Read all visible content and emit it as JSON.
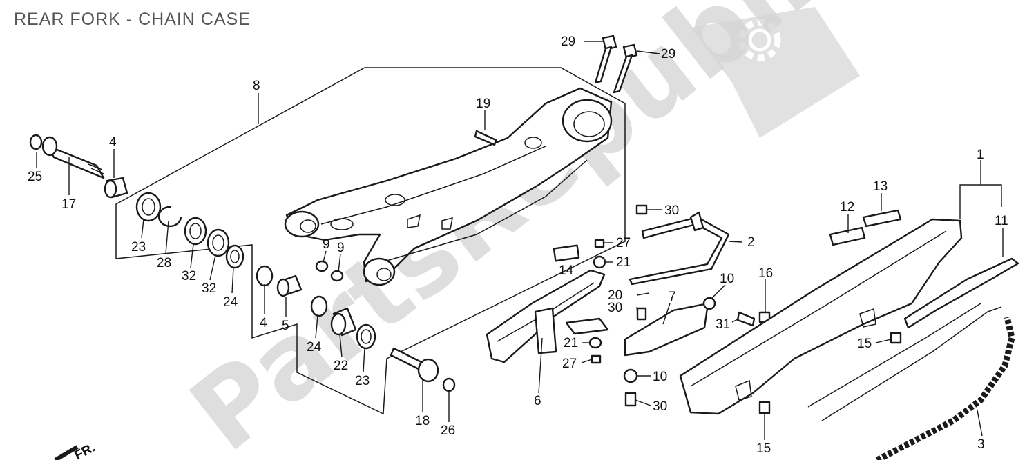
{
  "title": "REAR FORK - CHAIN CASE",
  "watermark": {
    "text": "PartsRepublik",
    "color": "#d4d4d4"
  },
  "direction_mark": "FR.",
  "callouts": [
    {
      "id": "c8",
      "label": "8"
    },
    {
      "id": "c4a",
      "label": "4"
    },
    {
      "id": "c25",
      "label": "25"
    },
    {
      "id": "c17",
      "label": "17"
    },
    {
      "id": "c23a",
      "label": "23"
    },
    {
      "id": "c28",
      "label": "28"
    },
    {
      "id": "c32a",
      "label": "32"
    },
    {
      "id": "c32b",
      "label": "32"
    },
    {
      "id": "c24a",
      "label": "24"
    },
    {
      "id": "c4b",
      "label": "4"
    },
    {
      "id": "c5",
      "label": "5"
    },
    {
      "id": "c24b",
      "label": "24"
    },
    {
      "id": "c22",
      "label": "22"
    },
    {
      "id": "c23b",
      "label": "23"
    },
    {
      "id": "c9a",
      "label": "9"
    },
    {
      "id": "c9b",
      "label": "9"
    },
    {
      "id": "c19",
      "label": "19"
    },
    {
      "id": "c29a",
      "label": "29"
    },
    {
      "id": "c29b",
      "label": "29"
    },
    {
      "id": "c18",
      "label": "18"
    },
    {
      "id": "c26",
      "label": "26"
    },
    {
      "id": "c30a",
      "label": "30"
    },
    {
      "id": "c27a",
      "label": "27"
    },
    {
      "id": "c21a",
      "label": "21"
    },
    {
      "id": "c14",
      "label": "14"
    },
    {
      "id": "c2",
      "label": "2"
    },
    {
      "id": "c20",
      "label": "20"
    },
    {
      "id": "c30b",
      "label": "30"
    },
    {
      "id": "c10a",
      "label": "10"
    },
    {
      "id": "c16",
      "label": "16"
    },
    {
      "id": "c7",
      "label": "7"
    },
    {
      "id": "c31",
      "label": "31"
    },
    {
      "id": "c21b",
      "label": "21"
    },
    {
      "id": "c27b",
      "label": "27"
    },
    {
      "id": "c6",
      "label": "6"
    },
    {
      "id": "c10b",
      "label": "10"
    },
    {
      "id": "c30c",
      "label": "30"
    },
    {
      "id": "c15a",
      "label": "15"
    },
    {
      "id": "c15b",
      "label": "15"
    },
    {
      "id": "c1",
      "label": "1"
    },
    {
      "id": "c12",
      "label": "12"
    },
    {
      "id": "c13",
      "label": "13"
    },
    {
      "id": "c11",
      "label": "11"
    },
    {
      "id": "c3",
      "label": "3"
    }
  ]
}
